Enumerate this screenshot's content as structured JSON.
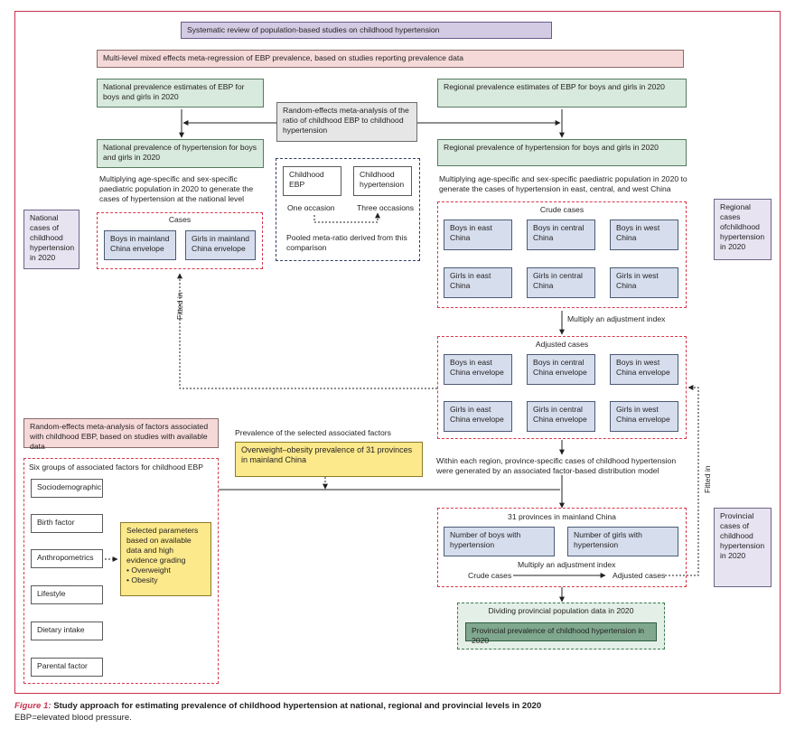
{
  "header": {
    "systematic_review": "Systematic review of population-based studies on childhood hypertension",
    "meta_regression": "Multi-level mixed effects meta-regression of EBP prevalence, based on studies reporting prevalence data"
  },
  "national": {
    "ebp_estimates": "National prevalence estimates of EBP for boys and girls in 2020",
    "htn_prevalence": "National prevalence of hypertension for boys and girls in 2020",
    "multiplying": "Multiplying age-specific and sex-specific paediatric population in 2020 to generate the cases of hypertension at the national level",
    "cases_title": "Cases",
    "boys": "Boys in mainland China envelope",
    "girls": "Girls in mainland China envelope",
    "side_label": "National cases of childhood hypertension in 2020",
    "fitted_in": "Fitted in"
  },
  "ratio": {
    "title": "Random-effects meta-analysis of the ratio of childhood EBP to childhood hypertension",
    "childhood_ebp": "Childhood EBP",
    "childhood_htn": "Childhood hypertension",
    "one_occasion": "One occasion",
    "three_occasions": "Three occasions",
    "pooled": "Pooled meta-ratio derived from this comparison"
  },
  "regional": {
    "ebp_estimates": "Regional prevalence estimates of EBP for boys and girls in 2020",
    "htn_prevalence": "Regional prevalence of hypertension for boys and girls in 2020",
    "multiplying": "Multiplying age-specific and sex-specific paediatric population in 2020 to generate the cases of hypertension in east, central, and west China",
    "crude_title": "Crude cases",
    "crude": [
      "Boys in east China",
      "Boys in central China",
      "Boys in west China",
      "Girls in east China",
      "Girls in central China",
      "Girls in west China"
    ],
    "adjustment": "Multiply an adjustment index",
    "adjusted_title": "Adjusted cases",
    "adjusted": [
      "Boys in east China envelope",
      "Boys in central China envelope",
      "Boys in west China envelope",
      "Girls in east China envelope",
      "Girls in central China envelope",
      "Girls in west China envelope"
    ],
    "side_label": "Regional cases ofchildhood hypertension in 2020",
    "within_region": "Within each region, province-specific cases of childhood hypertension were generated by an associated factor-based distribution model"
  },
  "factors": {
    "meta_analysis": "Random-effects meta-analysis of factors associated with childhood EBP, based on studies with available data",
    "six_groups": "Six groups of associated factors for childhood EBP",
    "items": [
      "Sociodemographic",
      "Birth factor",
      "Anthropometrics",
      "Lifestyle",
      "Dietary intake",
      "Parental factor"
    ],
    "selected_params": "Selected parameters based on available data and high evidence grading",
    "bullets": [
      "• Overweight",
      "• Obesity"
    ],
    "prevalence_label": "Prevalence of the selected associated factors",
    "overweight": "Overweight–obesity prevalence of 31 provinces in mainland China"
  },
  "provincial": {
    "title": "31 provinces in mainland China",
    "boys": "Number of boys with hypertension",
    "girls": "Number of girls with hypertension",
    "adjustment": "Multiply an adjustment index",
    "crude_cases": "Crude cases",
    "adjusted_cases": "Adjusted cases",
    "dividing": "Dividing provincial population data in 2020",
    "prevalence": "Provincial prevalence of childhood hypertension in 2020",
    "side_label": "Provincial cases of childhood hypertension in 2020",
    "fitted_in": "Fitted in"
  },
  "caption": {
    "figure_label": "Figure 1:",
    "title": "Study approach for estimating prevalence of childhood hypertension at national, regional and provincial levels in 2020",
    "note": "EBP=elevated blood pressure."
  },
  "colors": {
    "frame": "#c8334f",
    "purple": "#d3cbe3",
    "pink": "#f5d9d9",
    "green": "#d8e9dd",
    "blue": "#d6deed",
    "yellow": "#fbe98b",
    "dark_green": "#7fa88e"
  }
}
